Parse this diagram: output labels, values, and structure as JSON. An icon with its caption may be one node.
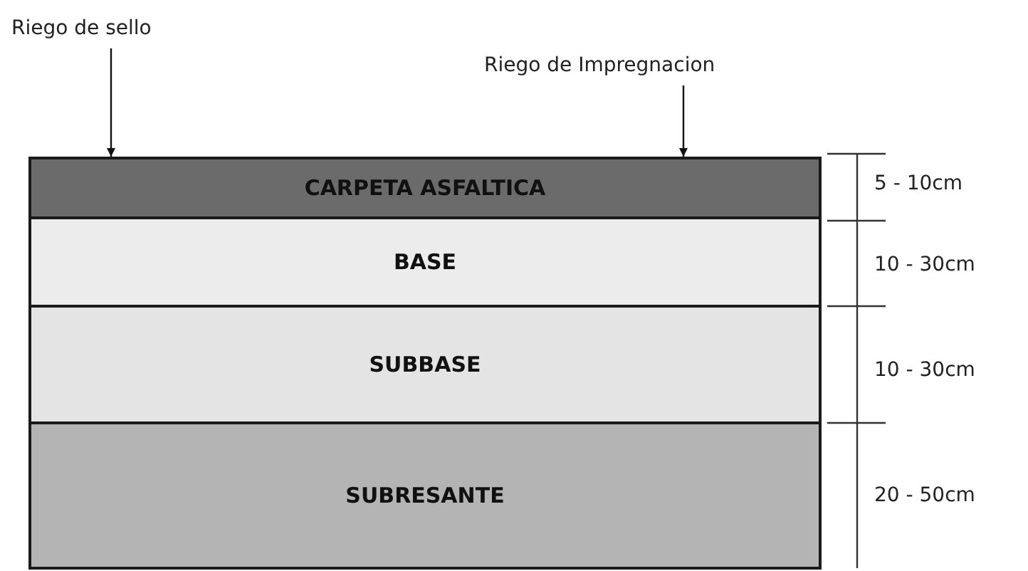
{
  "diagram": {
    "nodes": [
      {
        "text": [
          "Riego de sello"
        ]
      },
      {
        "text": [
          "Riego de Impregnacion"
        ]
      },
      {
        "text": [
          "CARPETA ASFALTICA"
        ]
      },
      {
        "text": [
          "BASE"
        ]
      },
      {
        "text": [
          "SUBBASE"
        ]
      },
      {
        "text": [
          "SUBRESANTE"
        ]
      }
    ],
    "edges": [
      {
        "from": 0,
        "to": 2,
        "arrow": "to"
      },
      {
        "from": 1,
        "to": 2,
        "arrow": "to"
      }
    ],
    "labels": [
      "5 - 10cm",
      "10 - 30cm",
      "10 - 30cm",
      "20 - 50cm"
    ]
  }
}
